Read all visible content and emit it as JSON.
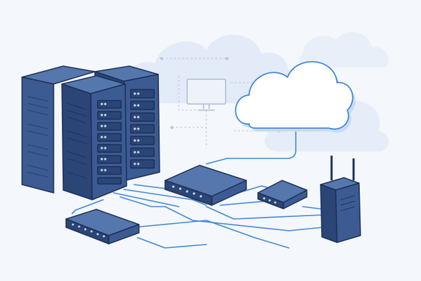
{
  "illustration": {
    "subject": "network-infrastructure",
    "elements": [
      "server-rack",
      "server-rack",
      "server-rack",
      "network-switch",
      "router",
      "network-hub",
      "wireless-access-point",
      "cloud",
      "monitor-icon"
    ],
    "colors": {
      "background": "#f4f7fb",
      "rack_front": "#3c5b93",
      "rack_side": "#2b4576",
      "rack_top": "#5577ad",
      "outline": "#1c2f56",
      "cable": "#3f86d6",
      "cloud_fill": "#ffffff",
      "cloud_outline": "#3f86d6",
      "bg_cloud": "#dfe9f6",
      "led": "#cfe0f8"
    }
  }
}
